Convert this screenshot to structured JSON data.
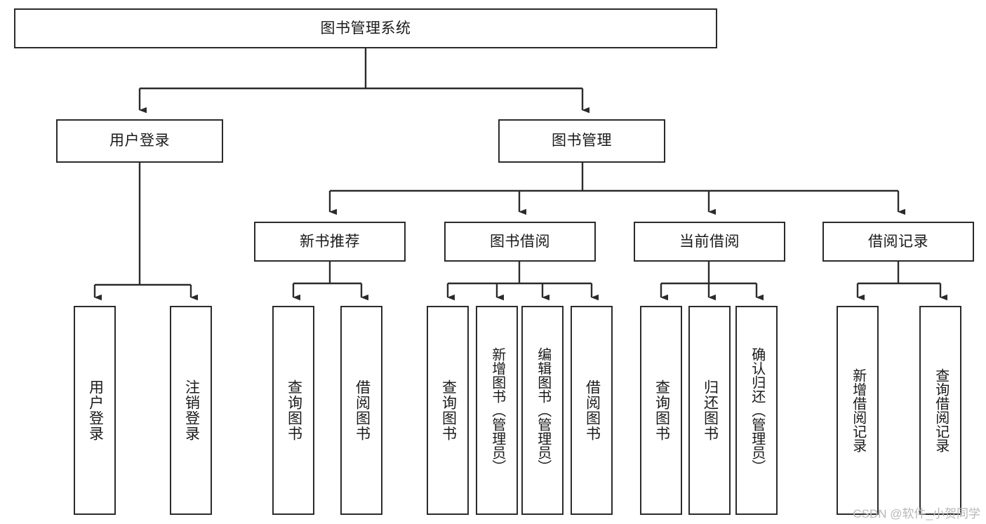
{
  "diagram": {
    "type": "tree-hierarchy-chart",
    "title": "图书管理系统",
    "orientation": "top-down",
    "colors": {
      "box_border": "#2b2b2b",
      "box_fill": "#ffffff",
      "connector": "#2b2b2b",
      "text": "#1a1a1a",
      "watermark": "#b8b8b8",
      "background": "#ffffff"
    },
    "levels": [
      {
        "level": 1,
        "nodes": [
          {
            "id": "root",
            "label": "图书管理系统",
            "text_direction": "horizontal"
          }
        ]
      },
      {
        "level": 2,
        "nodes": [
          {
            "id": "login",
            "label": "用户登录",
            "text_direction": "horizontal",
            "parent": "root"
          },
          {
            "id": "bookmgmt",
            "label": "图书管理",
            "text_direction": "horizontal",
            "parent": "root"
          }
        ]
      },
      {
        "level": 3,
        "nodes": [
          {
            "id": "newbook",
            "label": "新书推荐",
            "text_direction": "horizontal",
            "parent": "bookmgmt"
          },
          {
            "id": "borrow",
            "label": "图书借阅",
            "text_direction": "horizontal",
            "parent": "bookmgmt"
          },
          {
            "id": "current",
            "label": "当前借阅",
            "text_direction": "horizontal",
            "parent": "bookmgmt"
          },
          {
            "id": "records",
            "label": "借阅记录",
            "text_direction": "horizontal",
            "parent": "bookmgmt"
          }
        ]
      },
      {
        "level": 4,
        "nodes": [
          {
            "id": "leaf-1",
            "label": "用户登录",
            "text_direction": "vertical",
            "parent": "login"
          },
          {
            "id": "leaf-2",
            "label": "注销登录",
            "text_direction": "vertical",
            "parent": "login"
          },
          {
            "id": "leaf-3",
            "label": "查询图书",
            "text_direction": "vertical",
            "parent": "newbook"
          },
          {
            "id": "leaf-4",
            "label": "借阅图书",
            "text_direction": "vertical",
            "parent": "newbook"
          },
          {
            "id": "leaf-5",
            "label": "查询图书",
            "text_direction": "vertical",
            "parent": "borrow"
          },
          {
            "id": "leaf-6",
            "label": "新增图书（管理员）",
            "text_direction": "vertical",
            "parent": "borrow"
          },
          {
            "id": "leaf-7",
            "label": "编辑图书（管理员）",
            "text_direction": "vertical",
            "parent": "borrow"
          },
          {
            "id": "leaf-8",
            "label": "借阅图书",
            "text_direction": "vertical",
            "parent": "borrow"
          },
          {
            "id": "leaf-9",
            "label": "查询图书",
            "text_direction": "vertical",
            "parent": "current"
          },
          {
            "id": "leaf-10",
            "label": "归还图书",
            "text_direction": "vertical",
            "parent": "current"
          },
          {
            "id": "leaf-11",
            "label": "确认归还（管理员）",
            "text_direction": "vertical",
            "parent": "current"
          },
          {
            "id": "leaf-12",
            "label": "新增借阅记录",
            "text_direction": "vertical",
            "parent": "records"
          },
          {
            "id": "leaf-13",
            "label": "查询借阅记录",
            "text_direction": "vertical",
            "parent": "records"
          }
        ]
      }
    ]
  },
  "watermark": {
    "text": "CSDN @软件_小贺同学"
  }
}
